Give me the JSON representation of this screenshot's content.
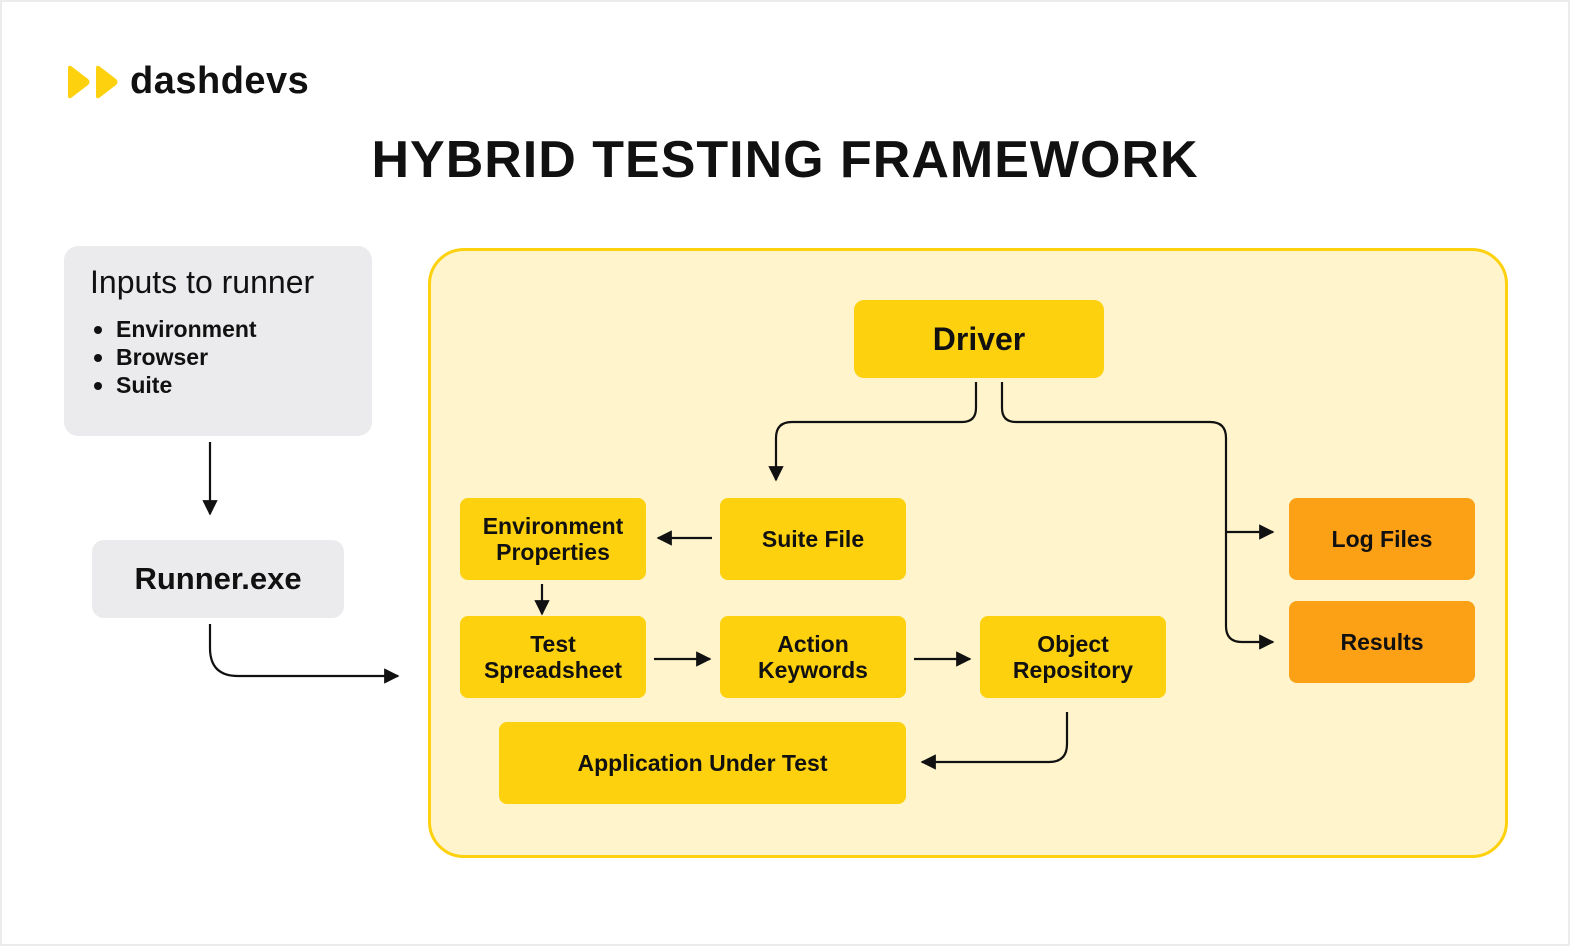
{
  "brand": {
    "name": "dashdevs",
    "logo_icon": "double-play-icon",
    "accent": "#fdd10d"
  },
  "title": "HYBRID TESTING FRAMEWORK",
  "inputs": {
    "title": "Inputs to runner",
    "items": [
      "Environment",
      "Browser",
      "Suite"
    ]
  },
  "runner": "Runner.exe",
  "nodes": {
    "driver": "Driver",
    "suite_file": "Suite File",
    "environment_properties": "Environment\nProperties",
    "test_spreadsheet": "Test\nSpreadsheet",
    "action_keywords": "Action\nKeywords",
    "object_repository": "Object\nRepository",
    "application_under_test": "Application Under Test",
    "log_files": "Log Files",
    "results": "Results"
  },
  "colors": {
    "node_yellow": "#fdd10d",
    "node_orange": "#fca015",
    "framework_fill": "#fff4cc",
    "input_fill": "#ebebed"
  }
}
